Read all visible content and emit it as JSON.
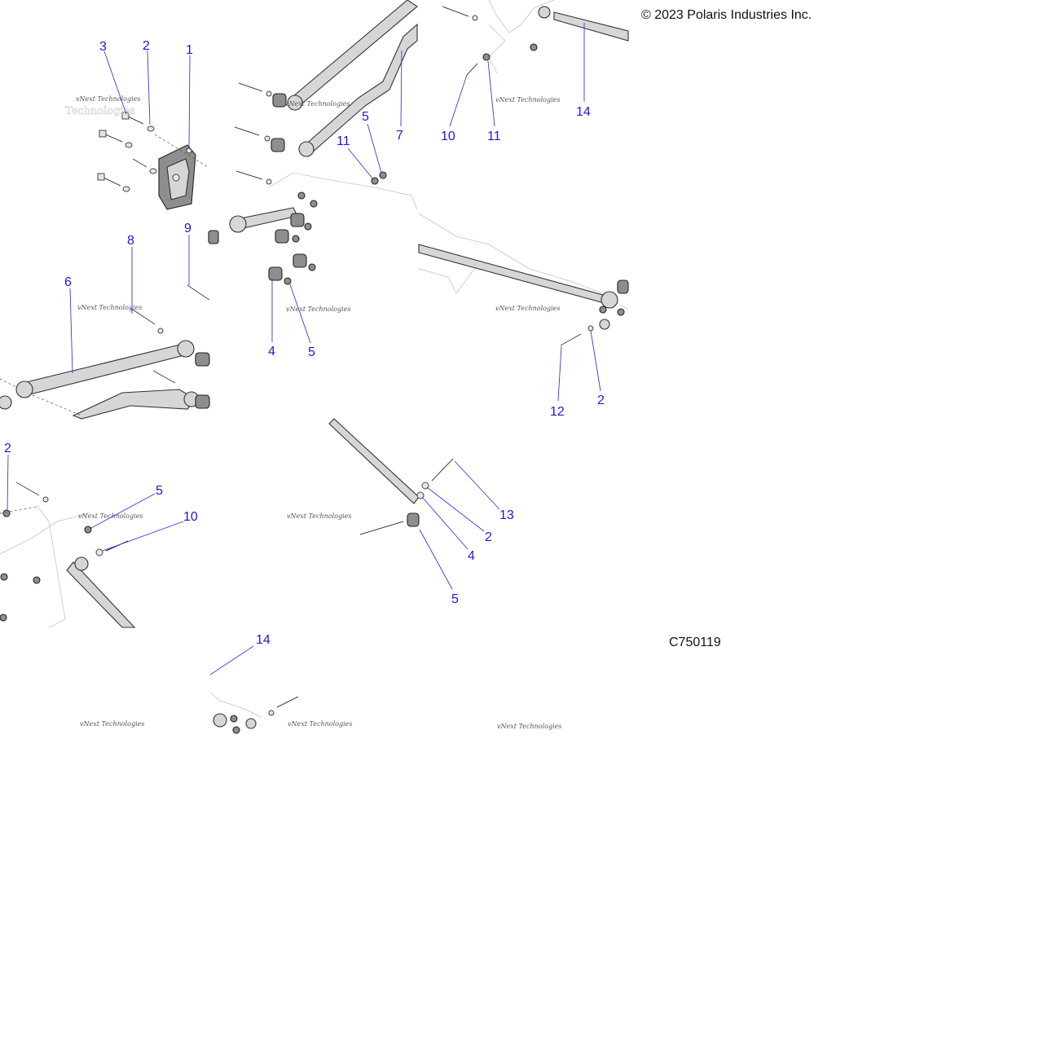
{
  "copyright": "© 2023 Polaris Industries Inc.",
  "figure_id": "C750119",
  "watermark": "vNext Technologies",
  "callouts": [
    "3",
    "2",
    "1",
    "5",
    "7",
    "11",
    "10",
    "11",
    "14",
    "8",
    "9",
    "6",
    "4",
    "5",
    "12",
    "2",
    "2",
    "5",
    "10",
    "13",
    "2",
    "4",
    "5",
    "14"
  ],
  "colors": {
    "callout": "#1a1adb",
    "leader": "#3a3ae0",
    "part": "#d6d6d6",
    "part_dark": "#8e8e8e"
  }
}
